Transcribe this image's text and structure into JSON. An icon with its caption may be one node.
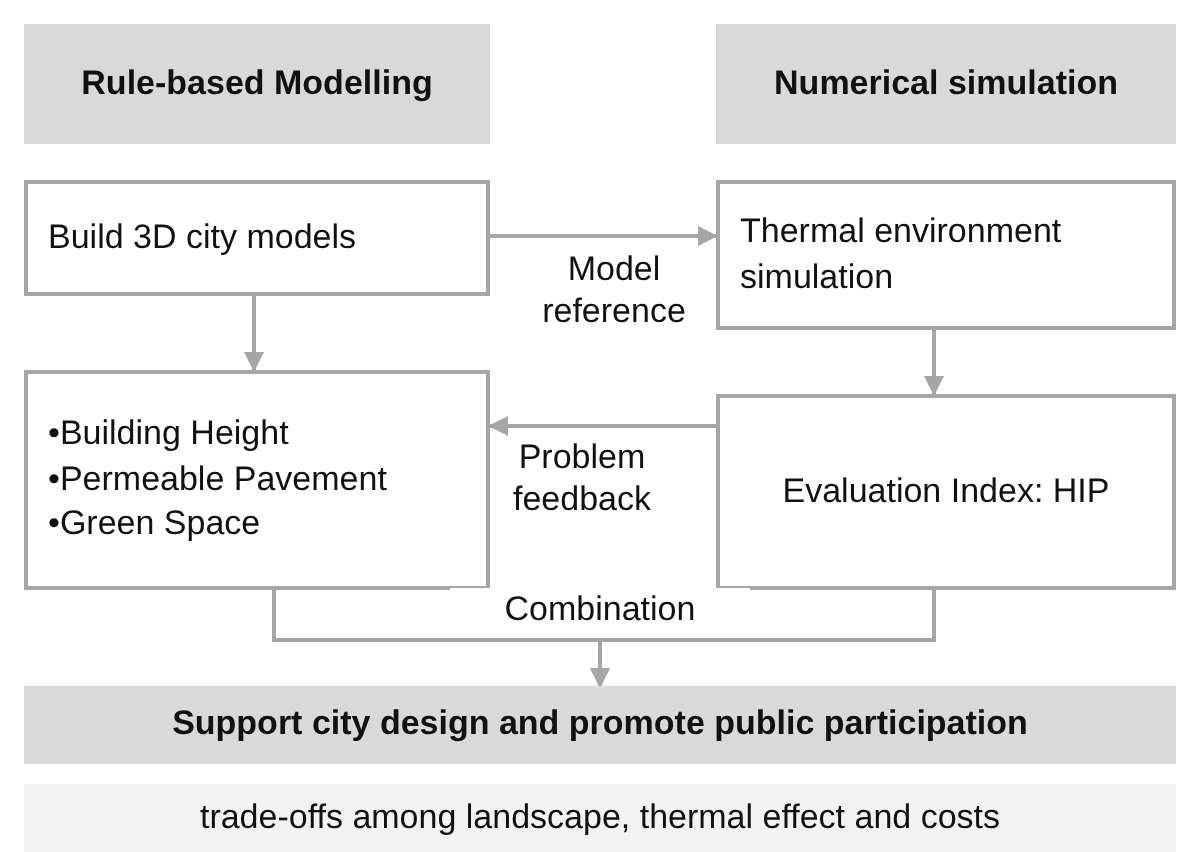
{
  "diagram": {
    "nodes": [
      {
        "text": [
          "Rule-based Modelling"
        ]
      },
      {
        "text": [
          "Numerical simulation"
        ]
      },
      {
        "text": [
          "Build 3D city models"
        ]
      },
      {
        "text": [
          "Thermal environment simulation"
        ]
      },
      {
        "text": [
          "•Building Height",
          "•Permeable Pavement",
          "•Green Space"
        ]
      },
      {
        "text": [
          "Evaluation Index: HIP"
        ]
      },
      {
        "text": [
          "Support city design and promote public participation"
        ]
      },
      {
        "text": [
          "trade-offs among landscape, thermal effect and costs"
        ]
      }
    ],
    "edges": [
      {
        "from": 2,
        "to": 3,
        "arrow": "to",
        "label": "Model reference"
      },
      {
        "from": 2,
        "to": 4,
        "arrow": "to"
      },
      {
        "from": 3,
        "to": 5,
        "arrow": "to"
      },
      {
        "from": 5,
        "to": 4,
        "arrow": "to",
        "label": "Problem feedback"
      },
      {
        "from": 4,
        "to": 6,
        "arrow": "to",
        "label": "Combination"
      },
      {
        "from": 5,
        "to": 6,
        "arrow": "to"
      }
    ]
  }
}
